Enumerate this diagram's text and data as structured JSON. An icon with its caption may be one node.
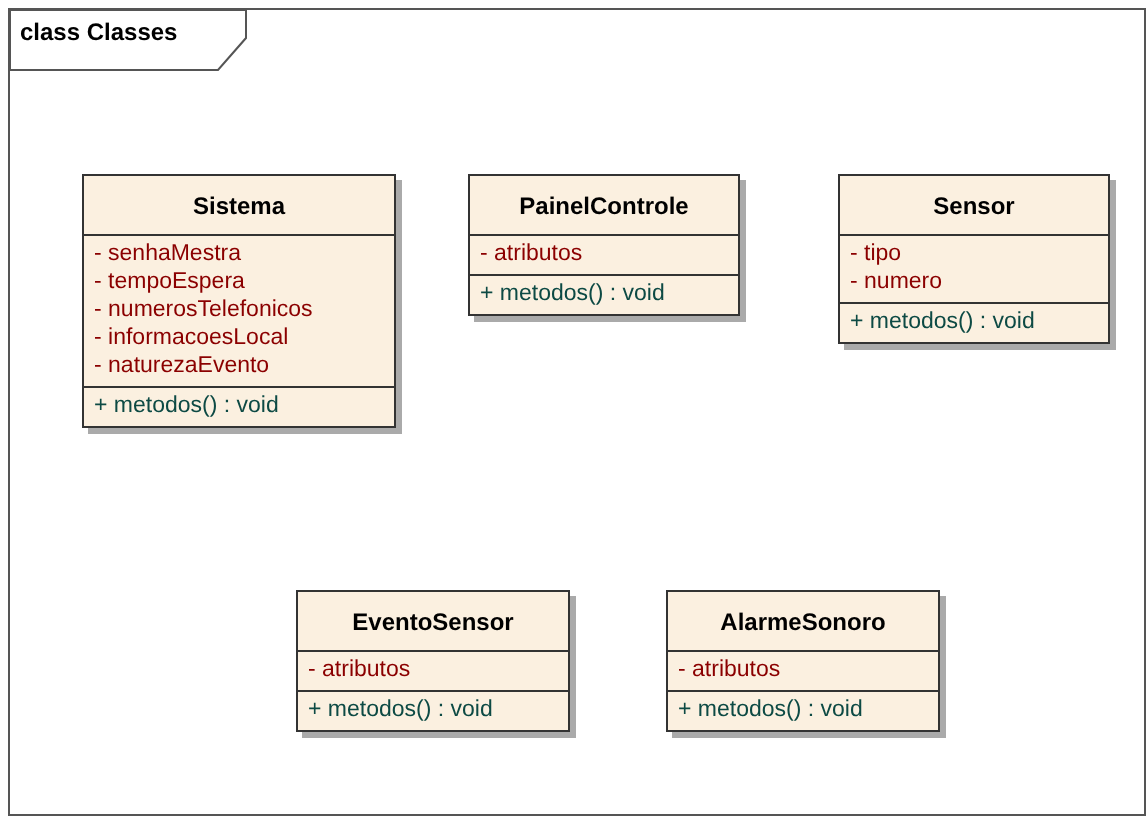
{
  "diagram": {
    "nodes": [
      {
        "text": [
          "class Classes"
        ]
      },
      {
        "text": [
          "Sistema"
        ],
        "in": 0
      },
      {
        "text": [
          "- senhaMestra",
          "- tempoEspera",
          "- numerosTelefonicos",
          "- informacoesLocal",
          "- naturezaEvento"
        ],
        "in": 1
      },
      {
        "text": [
          "+ metodos() : void"
        ],
        "in": 1
      },
      {
        "text": [
          "PainelControle"
        ],
        "in": 0
      },
      {
        "text": [
          "- atributos"
        ],
        "in": 4
      },
      {
        "text": [
          "+ metodos() : void"
        ],
        "in": 4
      },
      {
        "text": [
          "Sensor"
        ],
        "in": 0
      },
      {
        "text": [
          "- tipo",
          "- numero"
        ],
        "in": 7
      },
      {
        "text": [
          "+ metodos() : void"
        ],
        "in": 7
      },
      {
        "text": [
          "EventoSensor"
        ],
        "in": 0
      },
      {
        "text": [
          "- atributos"
        ],
        "in": 10
      },
      {
        "text": [
          "+ metodos() : void"
        ],
        "in": 10
      },
      {
        "text": [
          "AlarmeSonoro"
        ],
        "in": 0
      },
      {
        "text": [
          "- atributos"
        ],
        "in": 13
      },
      {
        "text": [
          "+ metodos() : void"
        ],
        "in": 13
      }
    ]
  }
}
